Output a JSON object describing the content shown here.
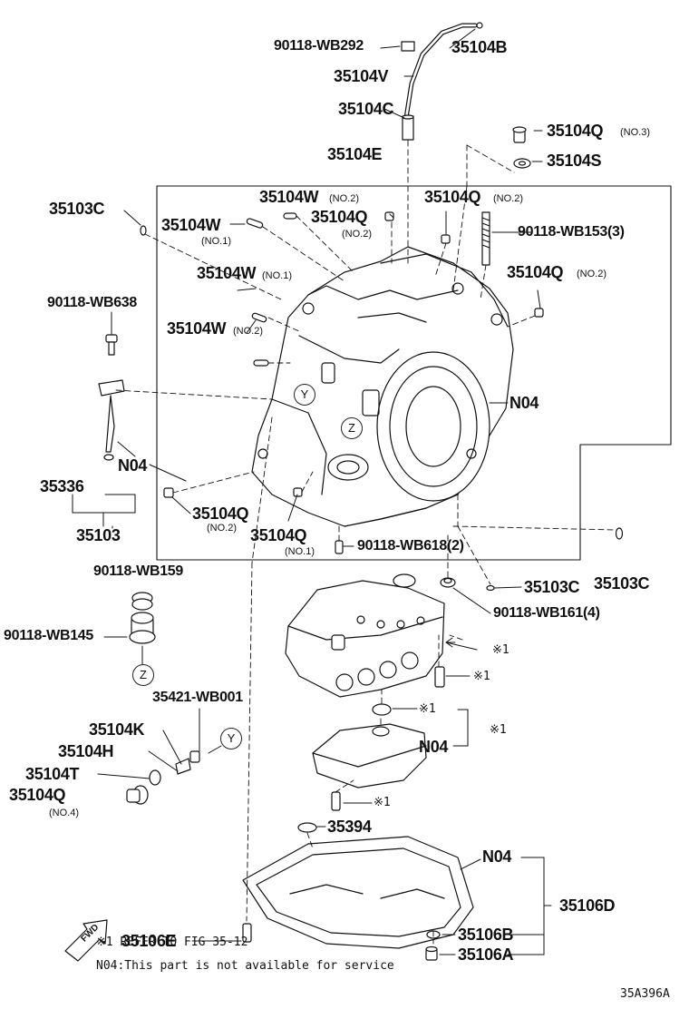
{
  "labels": {
    "p35104B": "35104B",
    "p90118_WB292": "90118-WB292",
    "p35104V": "35104V",
    "p35104C": "35104C",
    "p35104Q_no3": "35104Q",
    "no3": "(NO.3)",
    "p35104S": "35104S",
    "p35104E": "35104E",
    "p35103C_left": "35103C",
    "p35104W_no2_top": "35104W",
    "no2_a": "(NO.2)",
    "p35104Q_no2_top": "35104Q",
    "no2_b": "(NO.2)",
    "p35104W_no1_a": "35104W",
    "no1_a": "(NO.1)",
    "p35104Q_no2_mid": "35104Q",
    "no2_c": "(NO.2)",
    "p90118_WB153": "90118-WB153(3)",
    "p35104W_no1_b": "35104W",
    "no1_b": "(NO.1)",
    "p35104Q_no2_right": "35104Q",
    "no2_d": "(NO.2)",
    "p90118_WB638": "90118-WB638",
    "p35104W_no2_left": "35104W",
    "no2_e": "(NO.2)",
    "N04_case": "N04",
    "N04_dipstick": "N04",
    "p35336": "35336",
    "p35103": "35103",
    "p35104Q_no2_bottom": "35104Q",
    "no2_f": "(NO.2)",
    "p35104Q_no1": "35104Q",
    "no1_c": "(NO.1)",
    "p90118_WB618": "90118-WB618(2)",
    "p35103C_mid": "35103C",
    "p35103C_right": "35103C",
    "p90118_WB159": "90118-WB159",
    "p90118_WB145": "90118-WB145",
    "p90118_WB161": "90118-WB161(4)",
    "ref1_a": "※1",
    "ref1_b": "※1",
    "ref1_c": "※1",
    "ref1_d": "※1",
    "ref1_e": "※1",
    "p35421_WB001": "35421-WB001",
    "p35104K": "35104K",
    "p35104H": "35104H",
    "p35104T": "35104T",
    "p35104Q_no4": "35104Q",
    "no4": "(NO.4)",
    "N04_strainer": "N04",
    "p35394": "35394",
    "N04_pan": "N04",
    "p35106D": "35106D",
    "p35106E": "35106E",
    "p35106B": "35106B",
    "p35106A": "35106A",
    "Y_a": "Y",
    "Y_b": "Y",
    "Z_a": "Z",
    "Z_b": "Z",
    "fwd": "FWD"
  },
  "notes": {
    "refer": "※1 REFER TO FIG 35-12",
    "not_available": "N04:This part is not available for service",
    "figure_id": "35A396A"
  }
}
